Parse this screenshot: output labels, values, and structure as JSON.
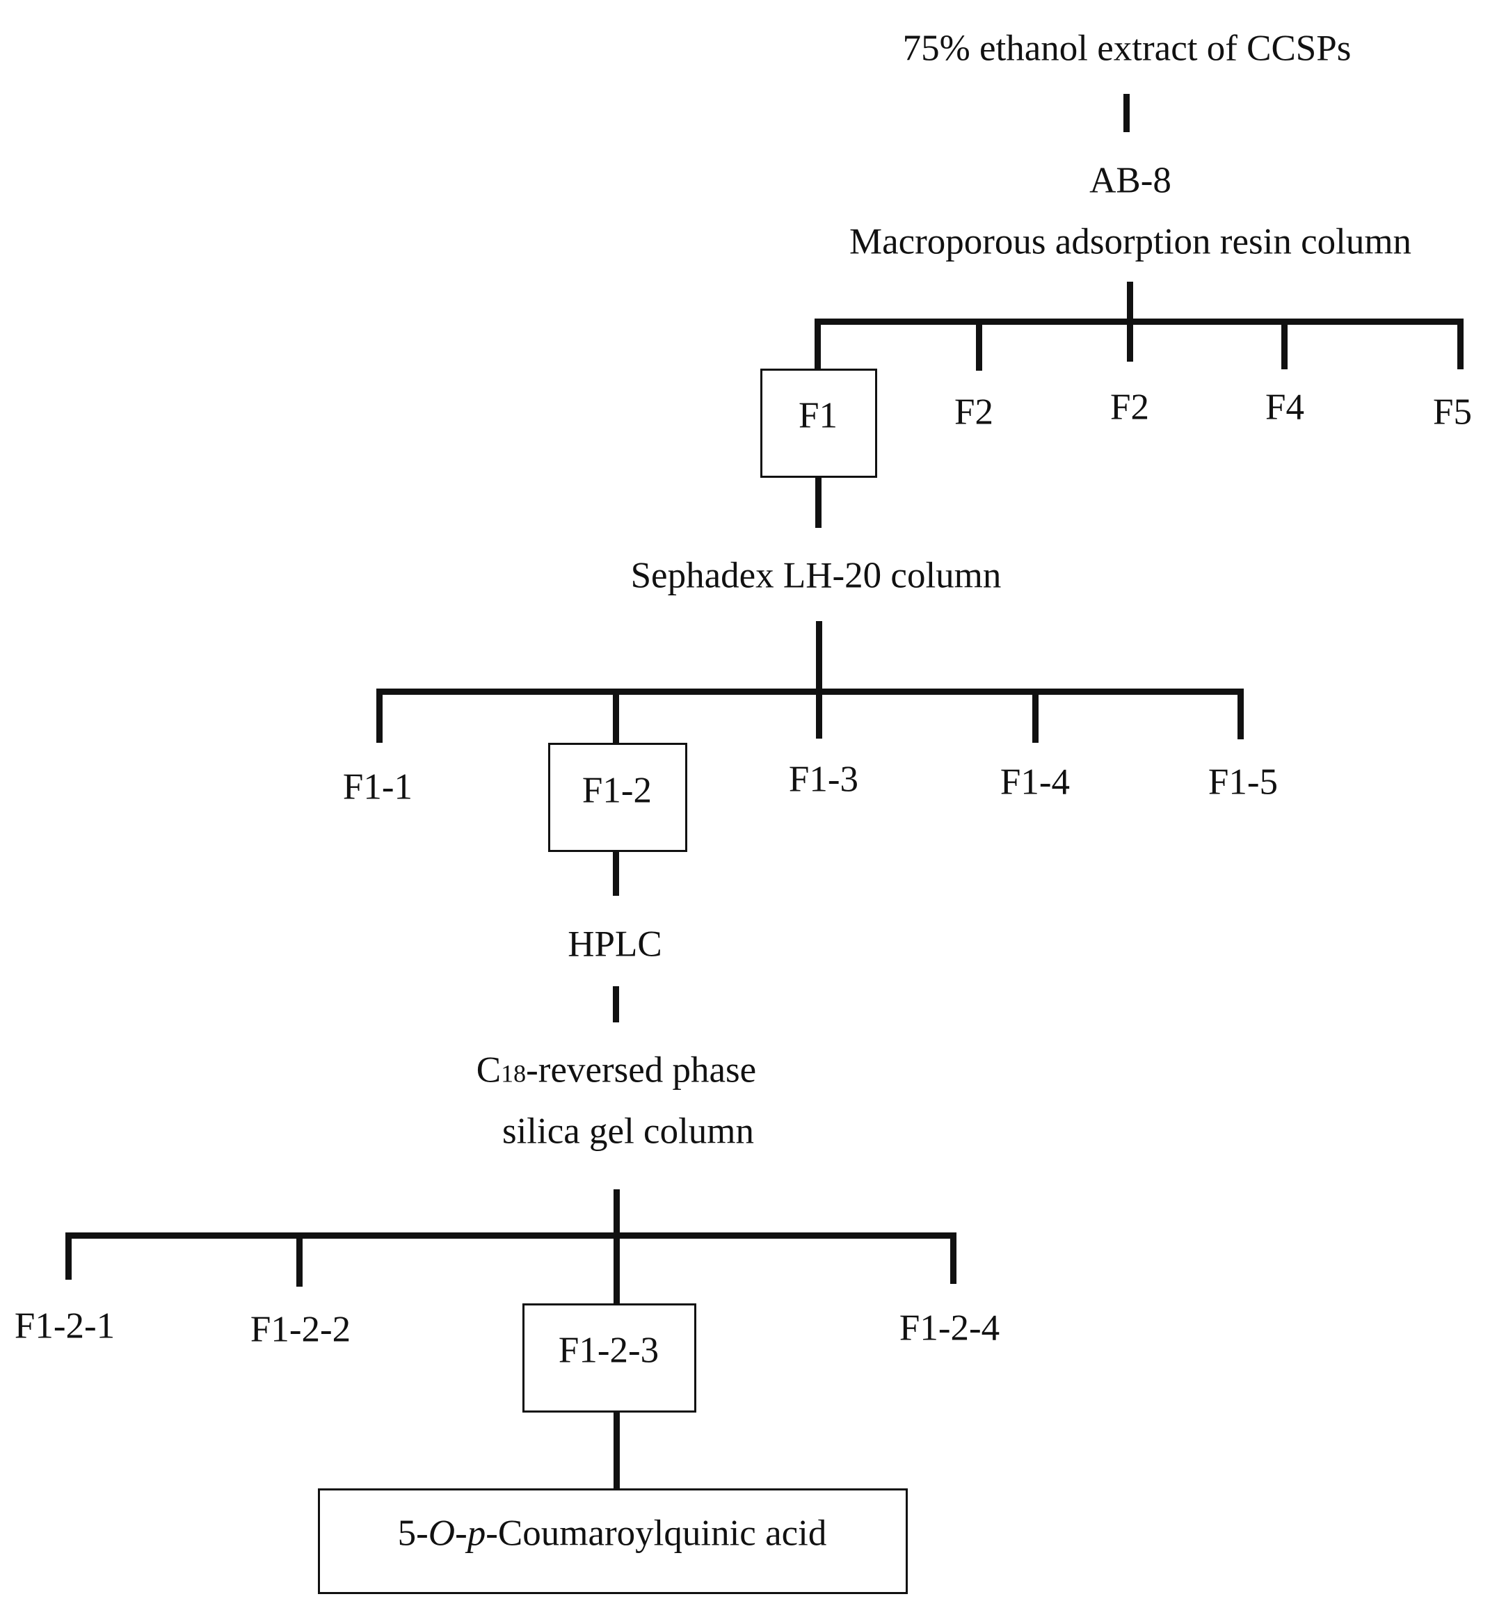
{
  "extract": "75% ethanol extract of CCSPs",
  "step1": {
    "label_line1": "AB-8",
    "label_line2": "Macroporous adsorption resin column",
    "fractions": [
      "F1",
      "F2",
      "F2",
      "F4",
      "F5"
    ],
    "selected": "F1"
  },
  "step2": {
    "label": "Sephadex LH-20 column",
    "fractions": [
      "F1-1",
      "F1-2",
      "F1-3",
      "F1-4",
      "F1-5"
    ],
    "selected": "F1-2"
  },
  "step3": {
    "label": "HPLC",
    "column_line1_prefix": "C",
    "column_line1_sub": "18",
    "column_line1_suffix": "-reversed phase",
    "column_line2": "silica gel column",
    "fractions": [
      "F1-2-1",
      "F1-2-2",
      "F1-2-3",
      "F1-2-4"
    ],
    "selected": "F1-2-3"
  },
  "product": {
    "prefix": "5-",
    "italic_o": "O",
    "dash1": "-",
    "italic_p": "p",
    "suffix": "-Coumaroylquinic acid"
  }
}
